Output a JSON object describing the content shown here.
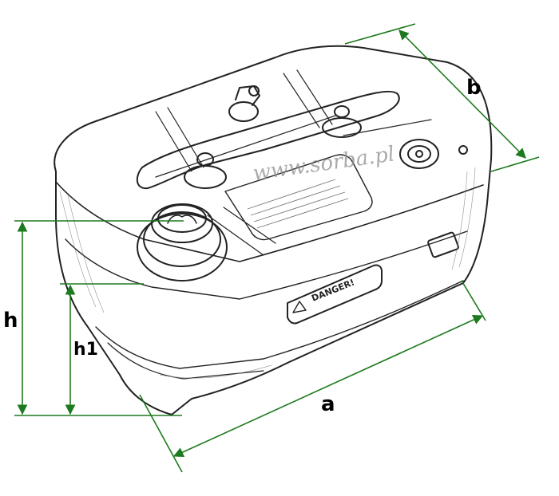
{
  "colors": {
    "dimension_line": "#1e7a1e",
    "sketch_stroke": "#222222",
    "label_color": "#000000",
    "watermark": "#8f8f8f"
  },
  "dimensions": {
    "a": "a",
    "b": "b",
    "h": "h",
    "h1": "h1"
  },
  "watermark": "www.sorba.pl",
  "tank": {
    "danger_plate": "DANGER!"
  }
}
